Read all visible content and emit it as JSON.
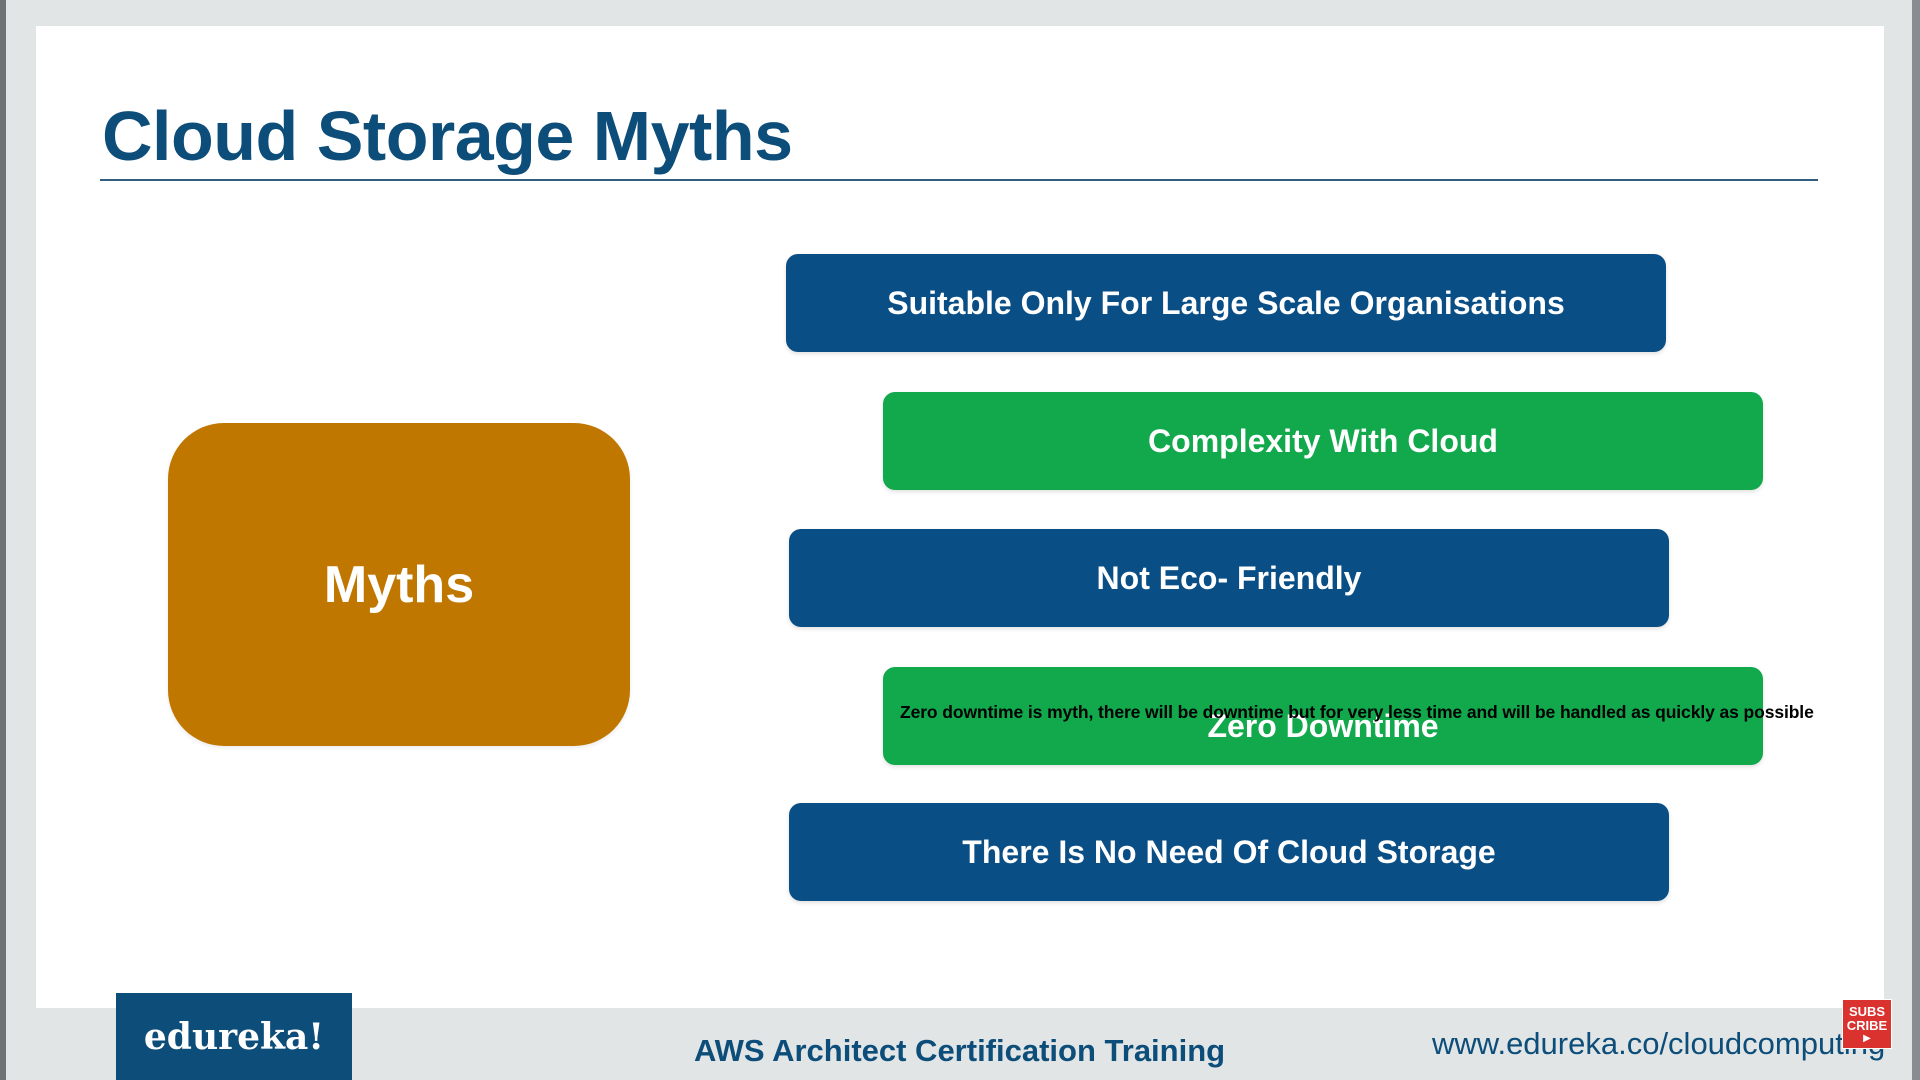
{
  "slide": {
    "title": "Cloud Storage Myths",
    "center_label": "Myths",
    "myths": [
      {
        "label": "Suitable Only For Large Scale Organisations",
        "color": "#0a4e86"
      },
      {
        "label": "Complexity With Cloud",
        "color": "#12a84c"
      },
      {
        "label": "Not Eco- Friendly",
        "color": "#0a4e86"
      },
      {
        "label": "Zero Downtime",
        "color": "#12a84c"
      },
      {
        "label": "There Is No Need Of Cloud Storage",
        "color": "#0a4e86"
      }
    ],
    "overlay_note": "Zero downtime is myth, there will be downtime but for very less time and will be handled as quickly as possible"
  },
  "footer": {
    "logo": "edureka!",
    "course": "AWS Architect Certification Training",
    "url": "www.edureka.co/cloudcomputing"
  },
  "subscribe_badge": {
    "line1": "SUBS",
    "line2": "CRIBE",
    "icon": "play-icon"
  },
  "colors": {
    "title": "#0d4d79",
    "myths_box": "#c07700",
    "blue_bar": "#0a4e86",
    "green_bar": "#12a84c"
  }
}
